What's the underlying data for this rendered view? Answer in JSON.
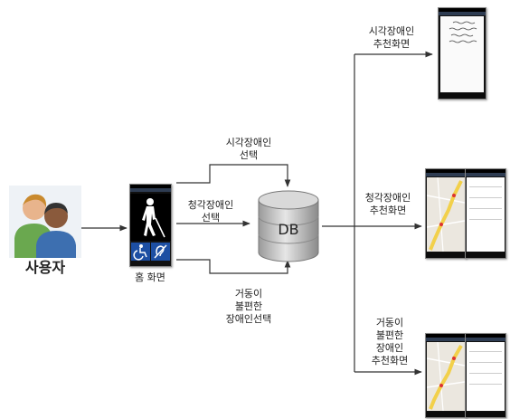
{
  "nodes": {
    "user_label": "사용자",
    "home_label": "홈 화면",
    "db_label": "DB"
  },
  "edges": {
    "visual_select": [
      "시각장애인",
      "선택"
    ],
    "hearing_select": [
      "청각장애인",
      "선택"
    ],
    "mobility_select": [
      "거동이",
      "불편한",
      "장애인선택"
    ]
  },
  "results": {
    "visual": [
      "시각장애인",
      "추천화면"
    ],
    "hearing": [
      "청각장애인",
      "추천화면"
    ],
    "mobility": [
      "거동이",
      "불편한",
      "장애인",
      "추천화면"
    ]
  },
  "icons": {
    "user": "two-people-icon",
    "blind": "blind-person-cane-icon",
    "wheelchair": "wheelchair-icon",
    "deaf": "hearing-impaired-icon",
    "database": "database-cylinder-icon"
  },
  "colors": {
    "db_body": "#c9c9c9",
    "accessibility_blue": "#1d4fa3",
    "arrow": "#333333"
  }
}
